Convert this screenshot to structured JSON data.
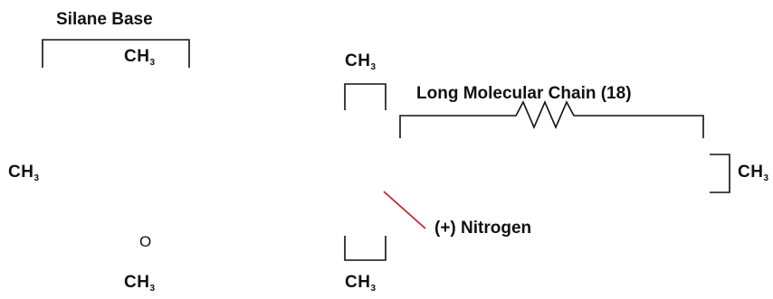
{
  "labels": {
    "silane_base": "Silane Base",
    "long_chain": "Long Molecular Chain (18)",
    "nitrogen": "(+) Nitrogen",
    "oxygen": "O"
  },
  "methyl": {
    "group": "CH",
    "subscript": "3"
  },
  "colors": {
    "line": "#111111",
    "nitrogen_bond": "#c0282d",
    "background": "#ffffff"
  }
}
